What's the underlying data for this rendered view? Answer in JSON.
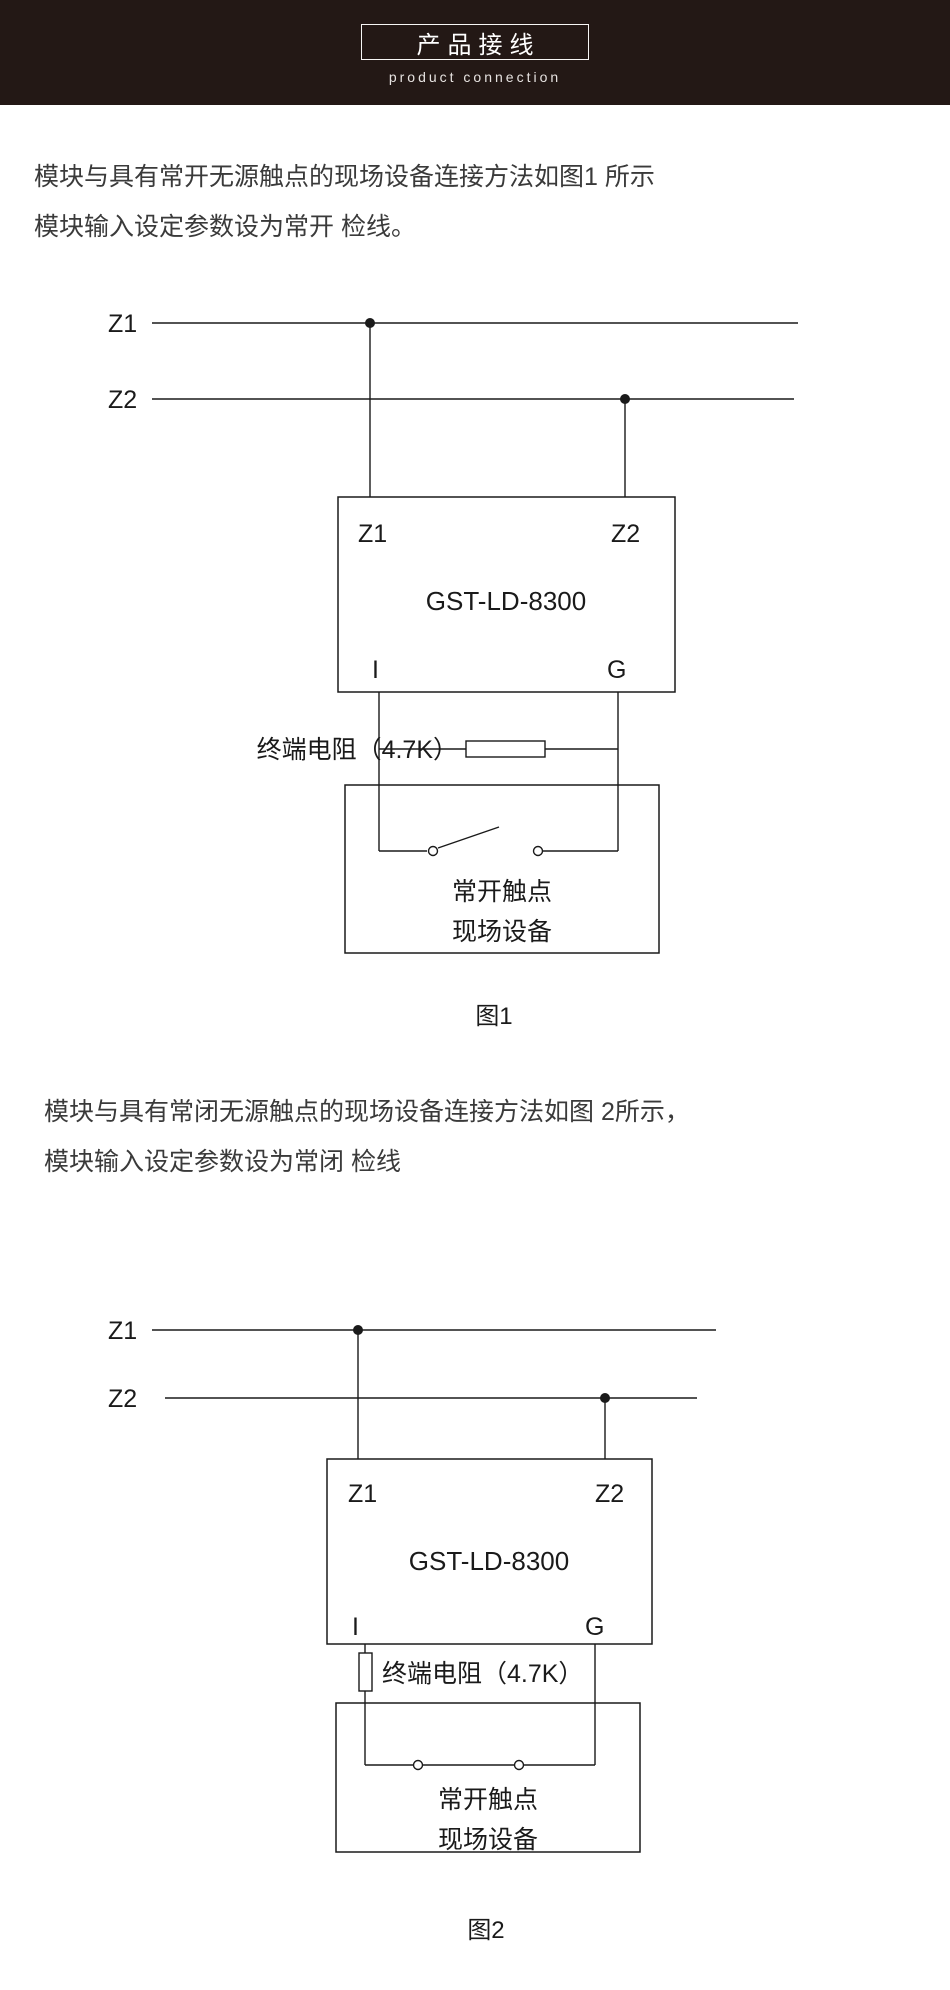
{
  "header": {
    "title": "产品接线",
    "subtitle": "product connection"
  },
  "colors": {
    "header_bg": "#231815",
    "diagram_line": "#1a1a1a",
    "body_text": "#3a3a3a"
  },
  "intro1": {
    "line1": "模块与具有常开无源触点的现场设备连接方法如图1 所示",
    "line2": "模块输入设定参数设为常开 检线。"
  },
  "figure1": {
    "bus_z1": "Z1",
    "bus_z2": "Z2",
    "module": {
      "terminal_z1": "Z1",
      "terminal_z2": "Z2",
      "name": "GST-LD-8300",
      "terminal_i": "I",
      "terminal_g": "G"
    },
    "resistor_label": "终端电阻（4.7K）",
    "device_line1": "常开触点",
    "device_line2": "现场设备",
    "caption": "图1"
  },
  "intro2": {
    "line1": "模块与具有常闭无源触点的现场设备连接方法如图 2所示，",
    "line2": "模块输入设定参数设为常闭 检线"
  },
  "figure2": {
    "bus_z1": "Z1",
    "bus_z2": "Z2",
    "module": {
      "terminal_z1": "Z1",
      "terminal_z2": "Z2",
      "name": "GST-LD-8300",
      "terminal_i": "I",
      "terminal_g": "G"
    },
    "resistor_label": "终端电阻（4.7K）",
    "device_line1": "常开触点",
    "device_line2": "现场设备",
    "caption": "图2"
  }
}
